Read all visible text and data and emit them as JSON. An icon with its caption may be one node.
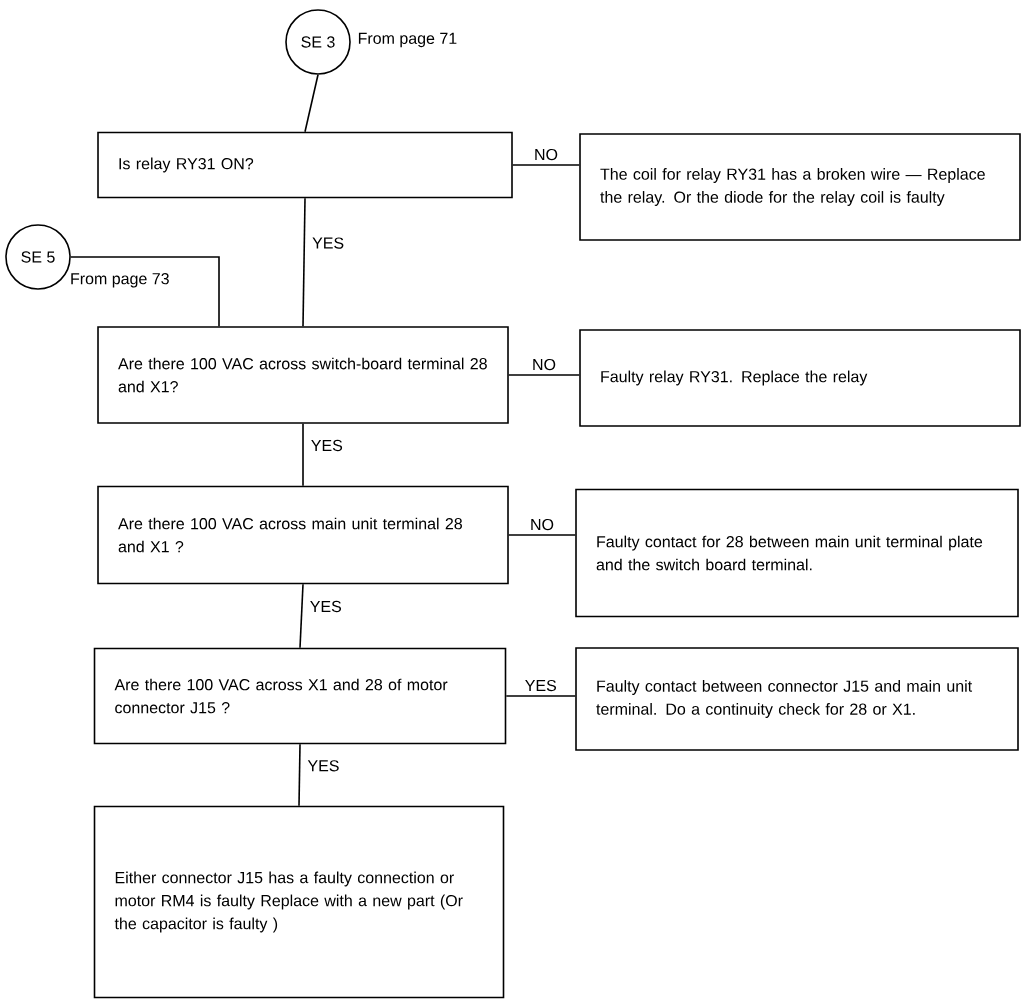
{
  "diagram": {
    "nodes": [
      {
        "text": [
          "SE 3"
        ],
        "beside": [
          "From page 71"
        ]
      },
      {
        "text": [
          "Is relay RY31 ON?"
        ]
      },
      {
        "text": [
          "The coil for relay RY31 has a broken wire — Replace the relay. Or the diode for the relay coil is faulty"
        ]
      },
      {
        "text": [
          "SE 5"
        ],
        "beside": [
          "From page 73"
        ]
      },
      {
        "text": [
          "Are there 100 VAC across switch-board terminal 28 and X1?"
        ]
      },
      {
        "text": [
          "Faulty relay RY31. Replace the relay"
        ]
      },
      {
        "text": [
          "Are there 100 VAC across main unit terminal 28 and X1 ?"
        ]
      },
      {
        "text": [
          "Faulty contact for 28 between main unit terminal plate and the switch board terminal."
        ]
      },
      {
        "text": [
          "Are there 100 VAC across X1 and 28 of motor connector J15 ?"
        ]
      },
      {
        "text": [
          "Faulty contact between connector J15 and main unit terminal.  Do a continuity check for 28 or X1."
        ]
      },
      {
        "text": [
          "Either connector J15 has a faulty connection or motor RM4 is faulty  Replace with a new part  (Or the capacitor is faulty )"
        ]
      }
    ],
    "edges": [
      {
        "from": 0,
        "to": 1,
        "arrow": "none"
      },
      {
        "from": 1,
        "to": 2,
        "arrow": "none",
        "label": "NO"
      },
      {
        "from": 1,
        "to": 4,
        "arrow": "none",
        "label": "YES"
      },
      {
        "from": 3,
        "to": 4,
        "arrow": "none"
      },
      {
        "from": 4,
        "to": 5,
        "arrow": "none",
        "label": "NO"
      },
      {
        "from": 4,
        "to": 6,
        "arrow": "none",
        "label": "YES"
      },
      {
        "from": 6,
        "to": 7,
        "arrow": "none",
        "label": "NO"
      },
      {
        "from": 6,
        "to": 8,
        "arrow": "none",
        "label": "YES"
      },
      {
        "from": 8,
        "to": 9,
        "arrow": "none",
        "label": "YES"
      },
      {
        "from": 8,
        "to": 10,
        "arrow": "none",
        "label": "YES"
      }
    ]
  }
}
